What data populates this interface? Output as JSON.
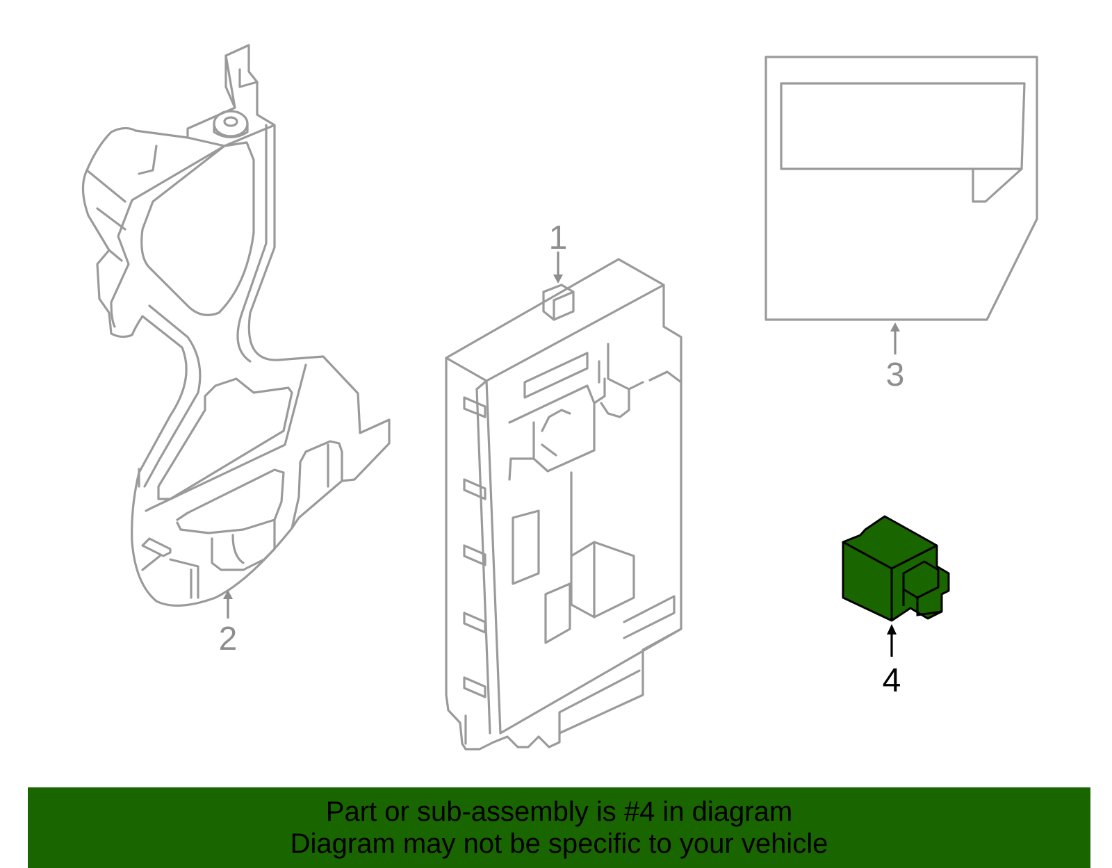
{
  "callouts": {
    "c1": "1",
    "c2": "2",
    "c3": "3",
    "c4": "4"
  },
  "highlighted_part": "4",
  "colors": {
    "highlight_fill": "#196600",
    "outline": "#9a9a9a",
    "banner_bg": "#196600"
  },
  "banner": {
    "line1": "Part or sub-assembly is #4 in diagram",
    "line2": "Diagram may not be specific to your vehicle"
  }
}
